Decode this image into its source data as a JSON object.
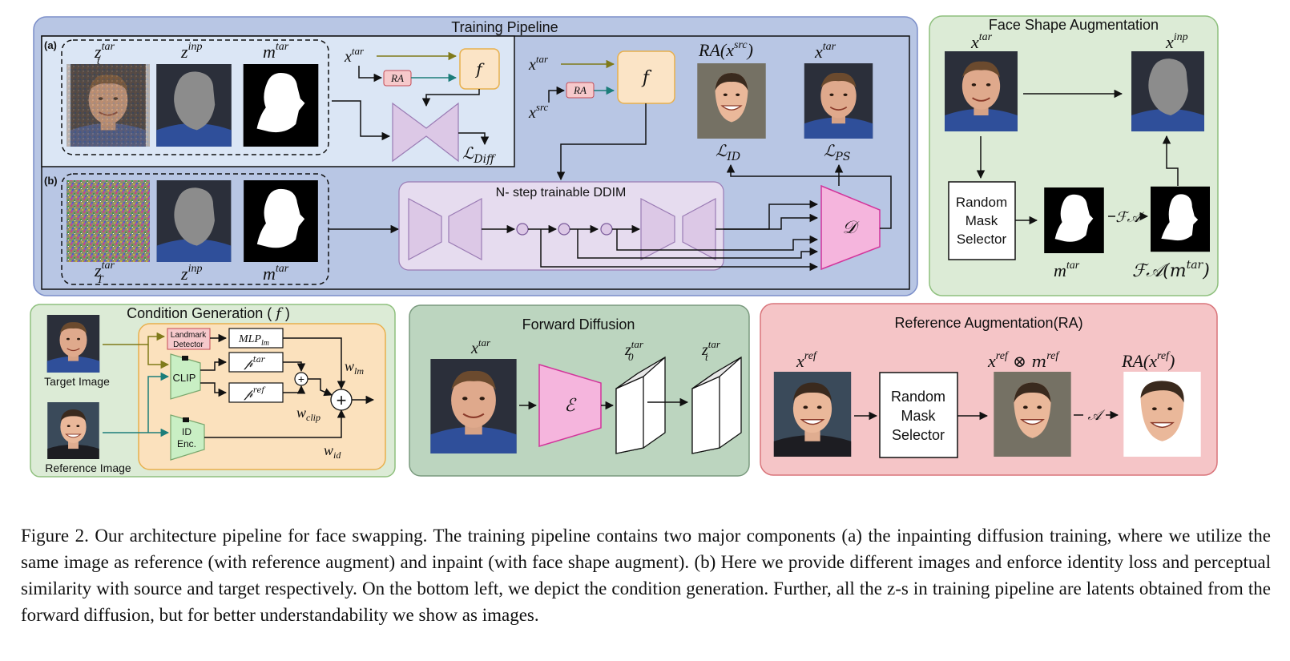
{
  "training": {
    "title": "Training Pipeline",
    "a_tag": "(a)",
    "b_tag": "(b)",
    "ddim_label": "N- step trainable DDIM",
    "z_t_tar": "z",
    "z_t_sub": "t",
    "z_T_sub": "T",
    "sup_tar": "tar",
    "sup_inp": "inp",
    "sup_src": "src",
    "z_inp": "z",
    "m_tar": "m",
    "x_tar": "x",
    "x_src": "x",
    "ra": "RA",
    "f": "f",
    "loss_diff_main": "ℒ",
    "loss_diff_sub": "Diff",
    "loss_id_sub": "ID",
    "loss_ps_sub": "PS",
    "ra_xsrc": "RA(x",
    "ra_xsrc_close": ")",
    "decoder": "𝒟"
  },
  "face_shape": {
    "title": "Face Shape Augmentation",
    "selector": [
      "Random",
      "Mask",
      "Selector"
    ],
    "fa": "ℱ𝒜",
    "fa_of_m": "ℱ𝒜(m",
    "fa_close": ")"
  },
  "condition": {
    "title": "Condition Generation ( ",
    "title_f": "f",
    "title_close": " )",
    "target_image": "Target Image",
    "reference_image": "Reference Image",
    "landmark": [
      "Landmark",
      "Detector"
    ],
    "mlp": "MLP",
    "mlp_sub": "lm",
    "clip": "CLIP",
    "id_enc": [
      "ID",
      "Enc."
    ],
    "p_letter": "𝓅",
    "p_tar": "tar",
    "p_ref": "ref",
    "plus": "+",
    "w": "w",
    "w_lm": "lm",
    "w_clip": "clip",
    "w_id": "id"
  },
  "forward": {
    "title": "Forward Diffusion",
    "x": "x",
    "x_sup": "tar",
    "encoder": "ℰ",
    "z0_sub": "0",
    "zt_sub": "t"
  },
  "reference": {
    "title": "Reference Augmentation(RA)",
    "x_ref": "x",
    "ref": "ref",
    "selector": [
      "Random",
      "Mask",
      "Selector"
    ],
    "otimes": " ⊗ m",
    "ra_open": "RA(x",
    "ra_close": ")",
    "a": "𝒜"
  },
  "caption": "Figure 2. Our architecture pipeline for face swapping. The training pipeline contains two major components (a) the inpainting diffusion training, where we utilize the same image as reference (with reference augment) and inpaint (with face shape augment). (b) Here we provide different images and enforce identity loss and perceptual similarity with source and target respectively. On the bottom left, we depict the condition generation. Further, all the z-s in training pipeline are latents obtained from the forward diffusion, but for better understandability we show as images.",
  "colors": {
    "training_bg": "#b8c6e4",
    "training_border": "#7b8ec9",
    "inner_bg": "#dbe6f5",
    "green_bg": "#dcebd6",
    "green_border": "#8fc07e",
    "forward_bg": "#bcd5bf",
    "ref_bg": "#f5c5c7",
    "ref_border": "#d9747a",
    "orange_bg": "#fbe1bd",
    "orange_border": "#e8b04d",
    "f_box": "#fbe4c6",
    "ra_box": "#f6c9cb",
    "unet": "#dcc8e6",
    "decoder_fill": "#f5b5dd",
    "decoder_stroke": "#d2359b",
    "clip_fill": "#c9efc4",
    "olive_arrow": "#7f7a1a",
    "teal_arrow": "#1c7d7a"
  }
}
